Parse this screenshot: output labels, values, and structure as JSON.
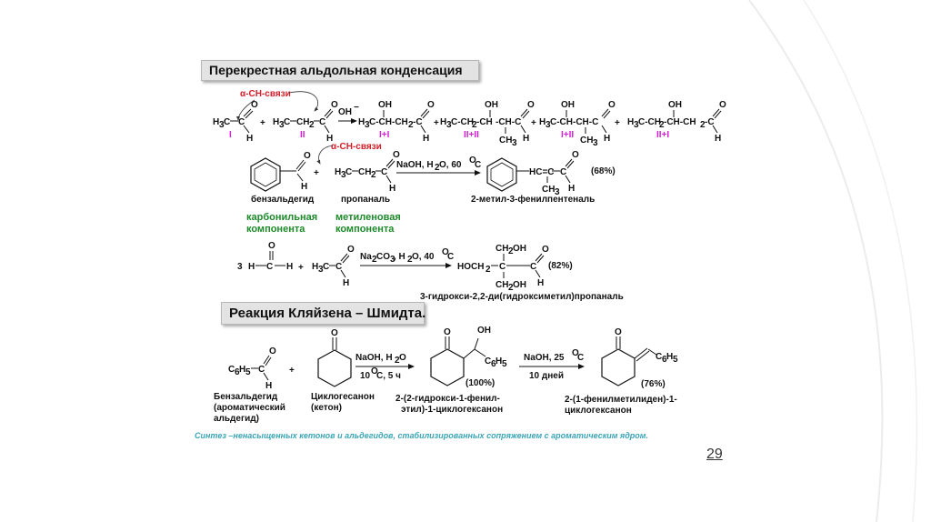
{
  "titles": {
    "crossed": "Перекрестная альдольная конденсация",
    "claisen": "Реакция Кляйзена – Шмидта."
  },
  "reaction1": {
    "alpha_label": "α-CH-связи",
    "reactant1": [
      "H",
      "3",
      "C",
      "C",
      "O",
      "H"
    ],
    "reactant2": [
      "H",
      "3",
      "C",
      "CH",
      "2",
      "C",
      "O",
      "H"
    ],
    "roman": [
      "I",
      "II",
      "I+I",
      "II+II",
      "I+II",
      "II+I"
    ],
    "catalyst": "OH",
    "oh": "OH",
    "ch3": "CH",
    "three": "3",
    "o": "O",
    "h": "H",
    "p1_main": [
      "H",
      "3",
      "C-CH-CH",
      "2",
      "-C"
    ],
    "p2_main": [
      "H",
      "3",
      "C-CH",
      "2",
      "-CH",
      "2",
      "-CH-C"
    ],
    "p3_main": [
      "H",
      "3",
      "C-CH-CH-C"
    ],
    "p4_main": [
      "H",
      "3",
      "C-CH",
      "2",
      "-CH-CH",
      "2",
      "-C"
    ]
  },
  "reaction2": {
    "alpha_label": "α-CH-связи",
    "reagent": "NaOH, H",
    "reagent_sub": "2",
    "reagent_rest": "O, 60",
    "deg": "O",
    "unit": "C",
    "product_chain": "HC=C",
    "ch3": "CH",
    "three": "3",
    "yield": "(68%)",
    "propanal_formula": [
      "H",
      "3",
      "C",
      "CH",
      "2",
      "C"
    ],
    "label_benz": "бензальдегид",
    "label_prop": "пропаналь",
    "label_prod": "2-метил-3-фенилпентеналь",
    "carbonyl": [
      "карбонильная",
      "компонента"
    ],
    "methylene": [
      "метиленовая",
      "компонента"
    ]
  },
  "reaction3": {
    "coef": "3",
    "formaldehyde": [
      "H",
      "C",
      "H"
    ],
    "acet": [
      "H",
      "3",
      "C"
    ],
    "reagent": "Na",
    "reagent_sub1": "2",
    "reagent_mid": "CO",
    "reagent_sub2": "3",
    "reagent_mid2": ", H",
    "reagent_sub3": "2",
    "reagent_rest": "O, 40",
    "deg": "O",
    "unit": "C",
    "ch2oh": [
      "CH",
      "2",
      "OH"
    ],
    "hoch2": [
      "HOCH",
      "2"
    ],
    "c": "C",
    "yield": "(82%)",
    "product_label": "3-гидрокси-2,2-ди(гидроксиметил)пропаналь"
  },
  "reaction4": {
    "benz": [
      "C",
      "6",
      "H",
      "5"
    ],
    "reagent1": [
      "NaOH, H",
      "2",
      "O"
    ],
    "conditions1": [
      "10 ",
      "O",
      "C, 5 ч"
    ],
    "oh": "OH",
    "yield1": "(100%)",
    "reagent2": [
      "NaOH, 25 ",
      "O",
      "C"
    ],
    "conditions2": "10 дней",
    "yield2": "(76%)",
    "label_benz": [
      "Бензальдегид",
      "(ароматический",
      "альдегид)"
    ],
    "label_cyclo": [
      "Циклогесанон",
      "(кетон)"
    ],
    "label_prod1": [
      "2-(2-гидрокси-1-фенил-",
      "этил)-1-циклогексанон"
    ],
    "label_prod2": [
      "2-(1-фенилметилиден)-1-",
      "циклогексанон"
    ]
  },
  "footnote": "Синтез –ненасыщенных кетонов и альдегидов, стабилизированных сопряжением с ароматическим ядром.",
  "page_number": "29",
  "colors": {
    "red": "#d2202a",
    "magenta": "#d41fd4",
    "green": "#1d8a2a",
    "teal": "#3aa5b8"
  }
}
